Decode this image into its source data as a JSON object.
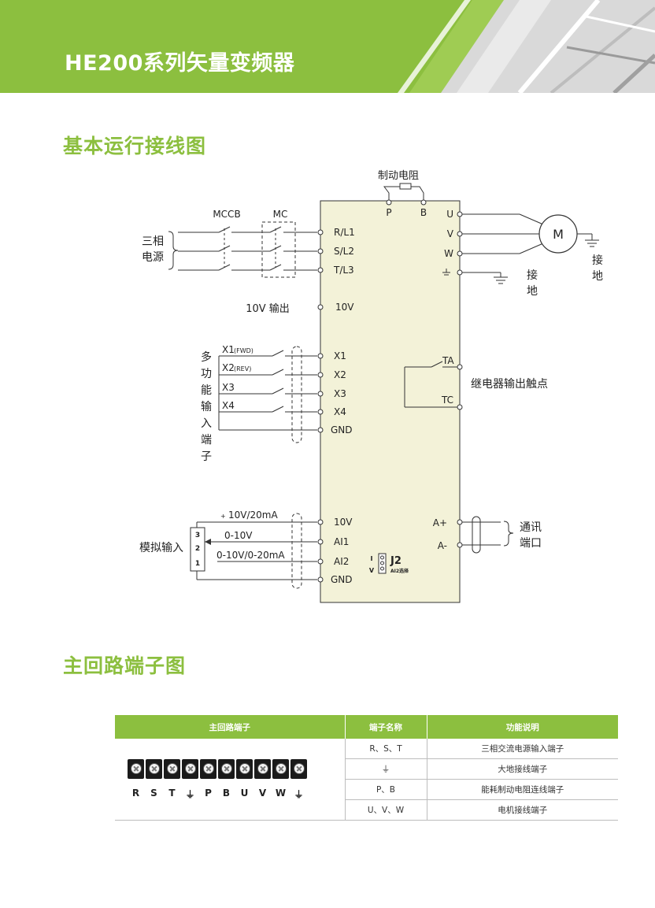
{
  "header": {
    "title": "HE200系列矢量变频器"
  },
  "sections": {
    "wiring_title": "基本运行接线图",
    "main_circuit_title": "主回路端子图"
  },
  "diagram": {
    "brake_resistor": "制动电阻",
    "brake_p": "P",
    "brake_b": "B",
    "mccb": "MCCB",
    "mc": "MC",
    "three_phase_1": "三相",
    "three_phase_2": "电源",
    "r_l1": "R/L1",
    "s_l2": "S/L2",
    "t_l3": "T/L3",
    "out_u": "U",
    "out_v": "V",
    "out_w": "W",
    "motor": "M",
    "ground_1": "接",
    "ground_2": "地",
    "output_10v": "10V 输出",
    "term_10v": "10V",
    "x1_label": "X1",
    "x1_sub": "(FWD)",
    "x2_label": "X2",
    "x2_sub": "(REV)",
    "x3_label": "X3",
    "x4_label": "X4",
    "term_x1": "X1",
    "term_x2": "X2",
    "term_x3": "X3",
    "term_x4": "X4",
    "term_gnd": "GND",
    "multi_input": [
      "多",
      "功",
      "能",
      "输",
      "入",
      "端",
      "子"
    ],
    "ta": "TA",
    "tc": "TC",
    "relay_output": "继电器输出触点",
    "analog_10v": "10V/20mA",
    "analog_0_10v": "0-10V",
    "analog_0_10v_20ma": "0-10V/0-20mA",
    "pot_3": "3",
    "pot_2": "2",
    "pot_1": "1",
    "analog_input": "模拟输入",
    "term_ai1": "AI1",
    "term_ai2": "AI2",
    "term_gnd2": "GND",
    "jumper_i": "I",
    "jumper_v": "V",
    "jumper": "J2",
    "jumper_note": "AI2选择",
    "comm_a_plus": "A+",
    "comm_a_minus": "A-",
    "comm_1": "通讯",
    "comm_2": "端口"
  },
  "terminal_table": {
    "headers": [
      "主回路端子",
      "端子名称",
      "功能说明"
    ],
    "strip_labels": [
      "R",
      "S",
      "T",
      "⏚",
      "P",
      "B",
      "U",
      "V",
      "W",
      "⏚"
    ],
    "rows": [
      {
        "name": "R、S、T",
        "function": "三相交流电源输入端子"
      },
      {
        "name": "⏚",
        "function": "大地接线端子"
      },
      {
        "name": "P、B",
        "function": "能耗制动电阻连线端子"
      },
      {
        "name": "U、V、W",
        "function": "电机接线端子"
      }
    ]
  },
  "colors": {
    "accent": "#8cbf3f",
    "inverter_fill": "#f3f2d8"
  }
}
